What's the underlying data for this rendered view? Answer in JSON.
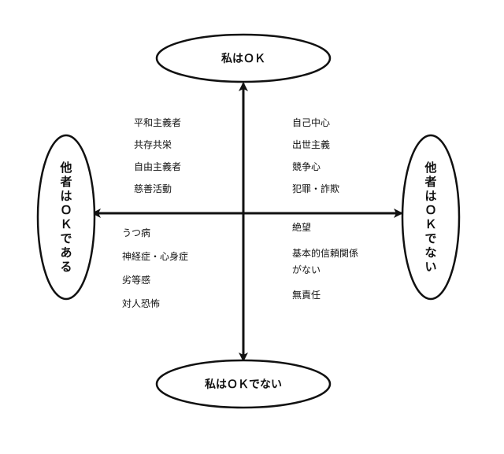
{
  "poles": {
    "top": "私はＯＫ",
    "bottom": "私はＯＫでない",
    "left": "他者はＯＫである",
    "right": "他者はＯＫでない"
  },
  "quadrants": {
    "top_left": [
      "平和主義者",
      "共存共栄",
      "自由主義者",
      "慈善活動"
    ],
    "top_right": [
      "自己中心",
      "出世主義",
      "競争心",
      "犯罪・詐欺"
    ],
    "bottom_left": [
      "うつ病",
      "神経症・心身症",
      "劣等感",
      "対人恐怖"
    ],
    "bottom_right": [
      "絶望",
      "基本的信頼関係",
      "がない",
      "無責任"
    ]
  }
}
